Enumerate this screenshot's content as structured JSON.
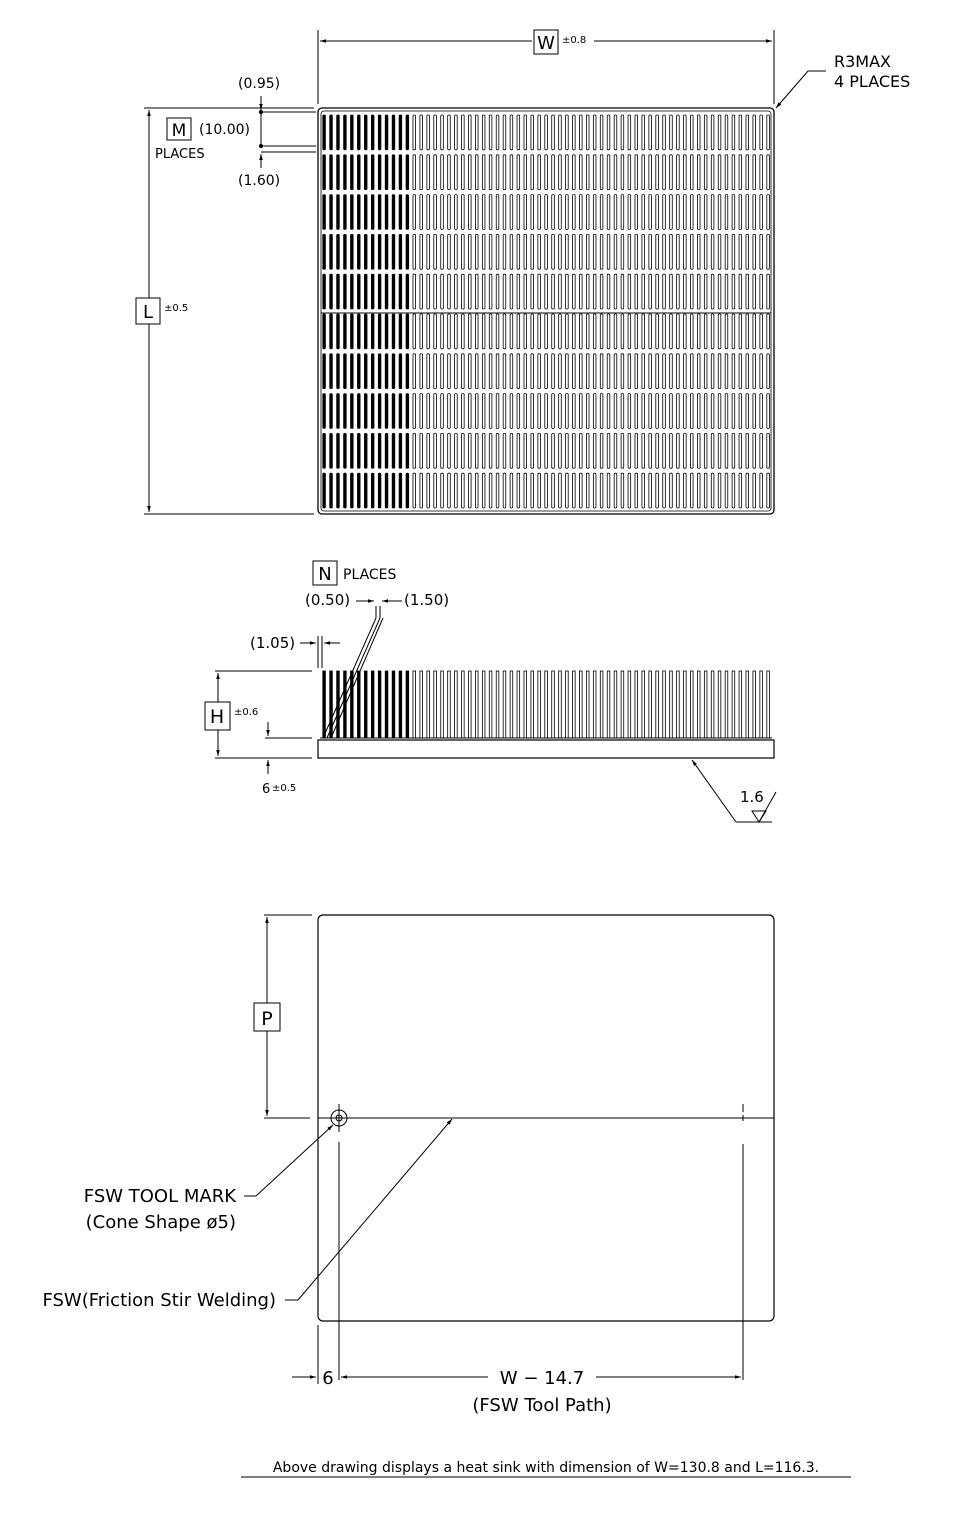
{
  "top_view": {
    "width_label": "W",
    "width_tol": "±0.8",
    "length_label": "L",
    "length_tol": "±0.5",
    "corner_note_1": "R3MAX",
    "corner_note_2": "4 PLACES",
    "row_label": "M",
    "row_pitch": "(10.00)",
    "row_places": "PLACES",
    "gap_top": "(0.95)",
    "gap_bottom": "(1.60)",
    "fin_count": 65,
    "row_count": 10
  },
  "side_view": {
    "fin_label": "N",
    "fin_places": "PLACES",
    "fin_thickness": "(0.50)",
    "fin_gap": "(1.50)",
    "edge_offset": "(1.05)",
    "height_label": "H",
    "height_tol": "±0.6",
    "base_thickness": "6",
    "base_tol": "±0.5",
    "surface_roughness": "1.6"
  },
  "bottom_view": {
    "p_label": "P",
    "tool_mark_note_1": "FSW TOOL MARK",
    "tool_mark_note_2": "(Cone Shape ø5)",
    "fsw_note": "FSW(Friction Stir Welding)",
    "offset_dim": "6",
    "path_dim": "W − 14.7",
    "path_note": "(FSW Tool Path)"
  },
  "caption": "Above drawing displays a heat sink with dimension of W=130.8 and L=116.3."
}
